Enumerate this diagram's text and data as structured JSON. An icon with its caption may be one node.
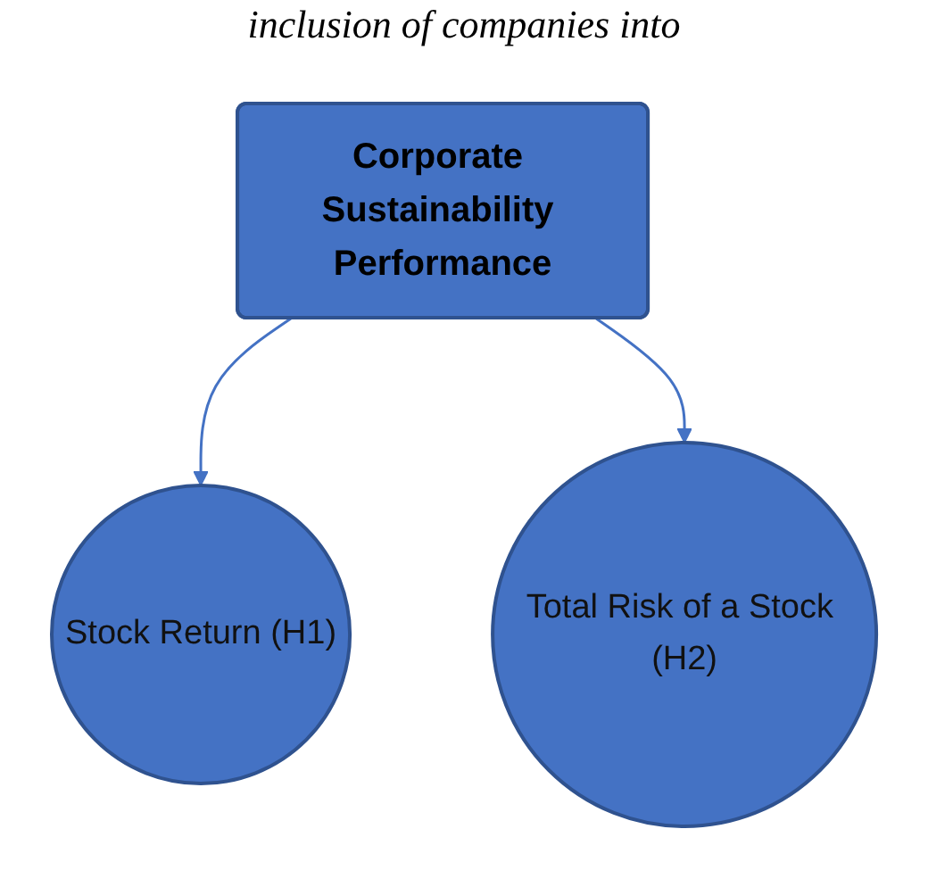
{
  "diagram": {
    "nodes": [
      {
        "text": [
          "Corporate Sustainability Performance"
        ]
      },
      {
        "text": [
          "Stock Return (H1)"
        ]
      },
      {
        "text": [
          "Total Risk of a Stock (H2)"
        ]
      }
    ],
    "edges": [
      {
        "from": 0,
        "to": 1,
        "arrow": "to"
      },
      {
        "from": 0,
        "to": 2,
        "arrow": "to"
      }
    ],
    "labels": [
      "inclusion of companies into"
    ]
  }
}
